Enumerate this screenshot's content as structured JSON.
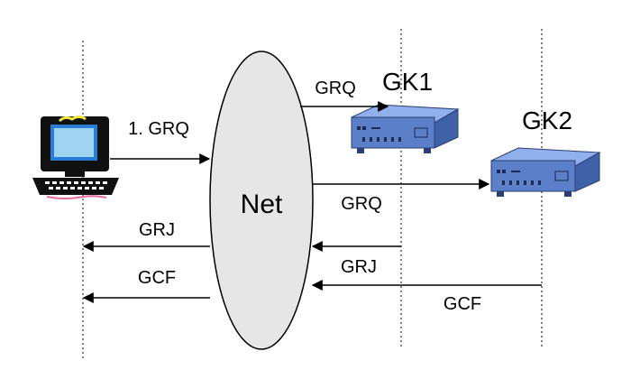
{
  "diagram": {
    "cloud_label": "Net",
    "nodes": {
      "gk1": "GK1",
      "gk2": "GK2"
    },
    "messages": {
      "grq_initial": "1. GRQ",
      "grq_to_gk1": "GRQ",
      "grq_to_gk2": "GRQ",
      "grj_from_gk1": "GRJ",
      "grj_to_client": "GRJ",
      "gcf_from_gk2": "GCF",
      "gcf_to_client": "GCF"
    },
    "colors": {
      "device_body": "#5b7fc8",
      "device_top": "#8fb0ea",
      "cloud_fill": "#e6e6e6",
      "line": "#000000"
    }
  }
}
